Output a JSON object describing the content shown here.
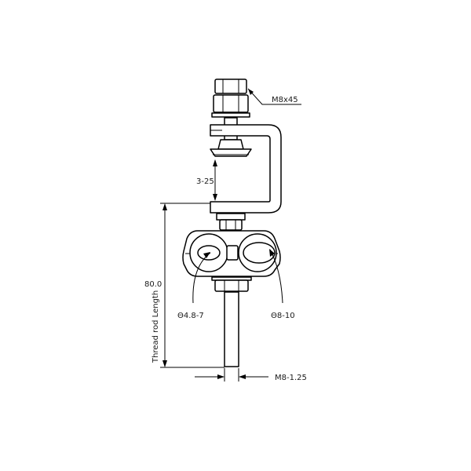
{
  "drawing": {
    "labels": {
      "bolt_spec": "M8x45",
      "clamp_range": "3-25",
      "length_value": "80.0",
      "length_label": "Thread rod Length",
      "small_hole": "Θ4.8-7",
      "large_hole": "Θ8-10",
      "rod_thread": "M8-1.25"
    }
  }
}
